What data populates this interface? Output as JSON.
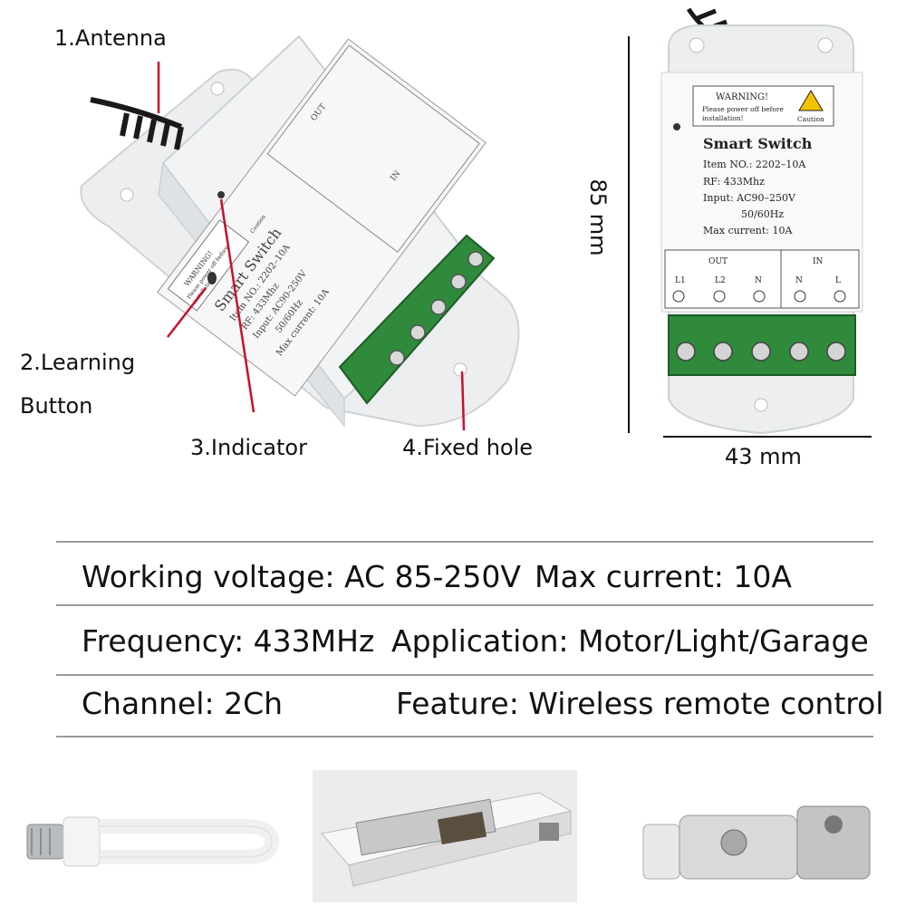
{
  "callouts": {
    "antenna": "1.Antenna",
    "learning_line1": "2.Learning",
    "learning_line2": "Button",
    "indicator": "3.Indicator",
    "fixed_hole": "4.Fixed hole"
  },
  "product_label": {
    "warning_title": "WARNING!",
    "warning_text1": "Please power off before",
    "warning_text2": "installation!",
    "caution": "Caution",
    "name": "Smart Switch",
    "item_no": "Item NO.: 2202–10A",
    "rf": "RF: 433Mhz",
    "input": "Input: AC90–250V",
    "freq": "50/60Hz",
    "max_current": "Max current: 10A",
    "out_label": "OUT",
    "in_label": "IN",
    "terminals": [
      "L1",
      "L2",
      "N",
      "N",
      "L"
    ]
  },
  "tilted_label": {
    "warning_title": "WARNING!",
    "warning_text1": "Please power off before",
    "warning_text2": "installation!",
    "caution": "Caution",
    "name": "Smart Switch",
    "item_no": "Item NO.: 2202–10A",
    "rf": "RF: 433Mhz",
    "input": "Input: AC90-250V",
    "freq": "50/60Hz",
    "max_current": "Max current: 10A",
    "out_label": "OUT",
    "in_label": "IN"
  },
  "dimensions": {
    "height": "85 mm",
    "width": "43 mm"
  },
  "specs": {
    "row1_left": "Working voltage: AC 85-250V",
    "row1_right": "Max current: 10A",
    "row2_left": "Frequency: 433MHz",
    "row2_right": "Application: Motor/Light/Garage",
    "row3_left": "Channel: 2Ch",
    "row3_right": "Feature: Wireless remote control"
  },
  "colors": {
    "terminal_green": "#2f8a3c",
    "callout_line": "#c8102e",
    "case_grey": "#e6e8ea"
  }
}
